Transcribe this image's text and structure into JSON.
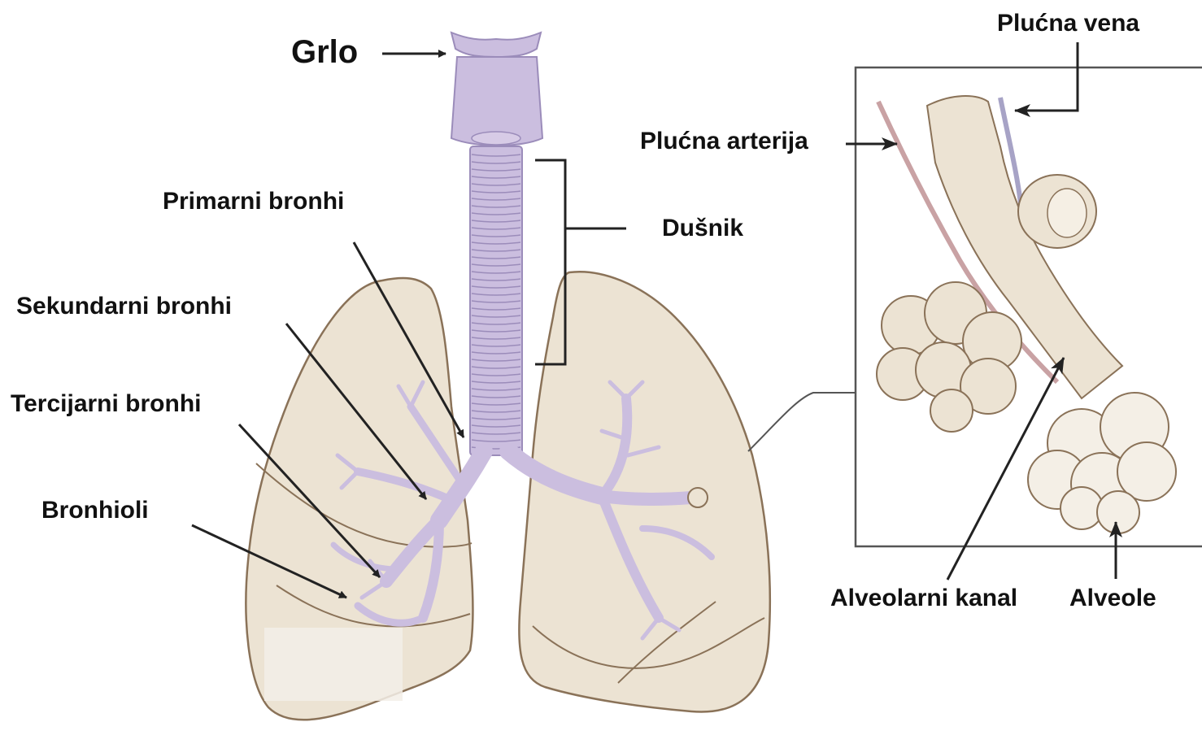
{
  "labels": {
    "grlo": "Grlo",
    "primarni_bronhi": "Primarni bronhi",
    "sekundarni_bronhi": "Sekundarni bronhi",
    "tercijarni_bronhi": "Tercijarni bronhi",
    "bronhioli": "Bronhioli",
    "dusnik": "Dušnik",
    "plucna_arterija": "Plućna arterija",
    "plucna_vena": "Plućna vena",
    "alveolarni_kanal": "Alveolarni kanal",
    "alveole": "Alveole"
  },
  "colors": {
    "lung_fill": "#ece3d3",
    "lung_stroke": "#8a7258",
    "airway": "#cbbedf",
    "airway_stroke": "#9b8cba",
    "artery": "#c9a2a4",
    "vein": "#a7a3c6",
    "line": "#222222"
  }
}
